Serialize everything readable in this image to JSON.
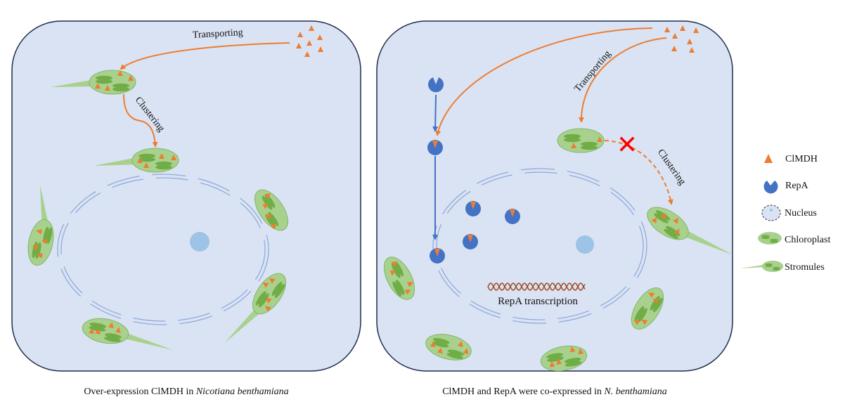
{
  "panels": [
    {
      "id": "left",
      "caption_prefix": "Over-expression ClMDH in ",
      "caption_italic": "Nicotiana benthamiana",
      "labels": {
        "transporting": "Transporting",
        "clustering": "Clustering"
      }
    },
    {
      "id": "right",
      "caption_prefix": "ClMDH and RepA were co-expressed in ",
      "caption_italic": "N. benthamiana",
      "labels": {
        "transporting": "Transporting",
        "clustering": "Clustering",
        "transcription": "RepA  transcription"
      },
      "clustering_blocked": true
    }
  ],
  "legend": [
    {
      "icon": "triangle-icon",
      "label": "ClMDH"
    },
    {
      "icon": "pacman-icon",
      "label": "RepA"
    },
    {
      "icon": "nucleus-icon",
      "label": "Nucleus"
    },
    {
      "icon": "chloroplast-icon",
      "label": "Chloroplast"
    },
    {
      "icon": "stromule-icon",
      "label": "Stromules"
    }
  ],
  "colors": {
    "cell_fill": "#dae3f3",
    "cell_stroke": "#1f2d4d",
    "clmdh": "#ed7d31",
    "repa": "#4472c4",
    "nucleolus": "#9dc3e6",
    "chloroplast_fill": "#a9d18e",
    "grana": "#70ad47",
    "envelope": "#8faadc",
    "block_mark": "#ff0000",
    "dna": "#a0522d"
  }
}
